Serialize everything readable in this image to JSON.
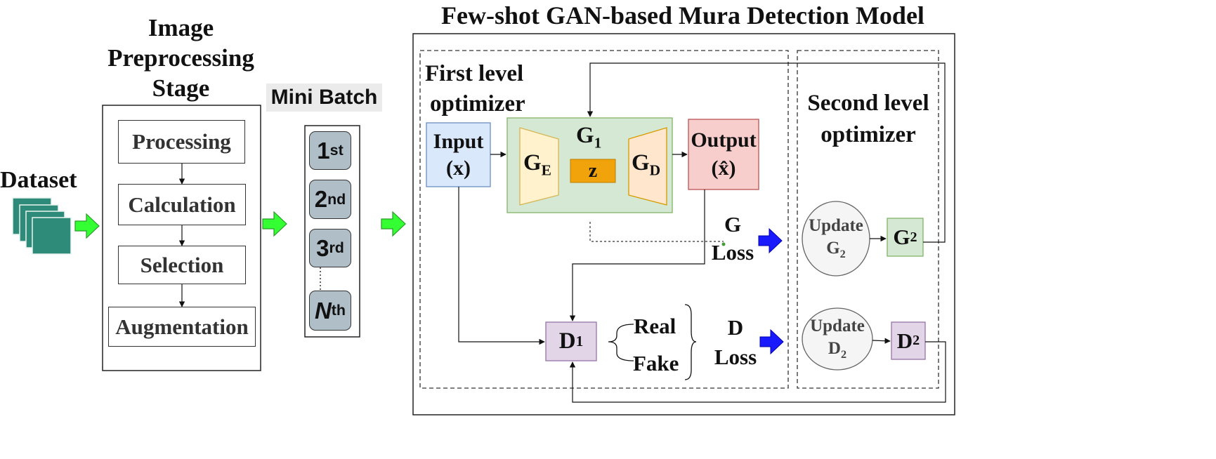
{
  "titles": {
    "main": "Few-shot GAN-based Mura Detection Model",
    "preprocessing": [
      "Image",
      "Preprocessing",
      "Stage"
    ],
    "mini_batch": "Mini Batch",
    "dataset": "Dataset",
    "first_level": [
      "First level",
      "optimizer"
    ],
    "second_level": [
      "Second level",
      "optimizer"
    ]
  },
  "preprocessing_steps": [
    "Processing",
    "Calculation",
    "Selection",
    "Augmentation"
  ],
  "mini_batch": {
    "items": [
      {
        "base": "1",
        "sup": "st"
      },
      {
        "base": "2",
        "sup": "nd"
      },
      {
        "base": "3",
        "sup": "rd"
      },
      {
        "base": "N",
        "sup": "th"
      }
    ]
  },
  "model": {
    "input": {
      "line1": "Input",
      "line2": "(x)"
    },
    "generator": {
      "name": "G",
      "sub": "1"
    },
    "encoder": {
      "name": "G",
      "sub": "E"
    },
    "latent": "z",
    "decoder": {
      "name": "G",
      "sub": "D"
    },
    "output": {
      "line1": "Output",
      "line2": "(x̂)"
    },
    "g_loss": [
      "G",
      "Loss"
    ],
    "d_loss": [
      "D",
      "Loss"
    ],
    "discriminator": {
      "name": "D",
      "sub": "1"
    },
    "real": "Real",
    "fake": "Fake",
    "update_g2": {
      "line1": "Update",
      "name": "G",
      "sub": "2"
    },
    "update_d2": {
      "line1": "Update",
      "name": "D",
      "sub": "2"
    },
    "g2": {
      "name": "G",
      "sub": "2"
    },
    "d2": {
      "name": "D",
      "sub": "2"
    }
  },
  "colors": {
    "input_fill": "#dae8fc",
    "input_border": "#6c8ebf",
    "generator_fill": "#d5e8d4",
    "generator_border": "#82b366",
    "encoder_fill": "#fff2cc",
    "encoder_border": "#d6b656",
    "decoder_fill": "#ffe6cc",
    "decoder_border": "#d79b00",
    "latent_fill": "#f0a30a",
    "output_fill": "#f8cecc",
    "output_border": "#b85450",
    "discriminator_fill": "#e1d5e7",
    "discriminator_border": "#9673a6",
    "batch_fill": "#b0bec8",
    "green_arrow": "#33ff33",
    "blue_arrow": "#1a1aff",
    "dataset_tile": "#2e8b7a"
  },
  "icons": [
    "green-right-arrow",
    "blue-right-arrow",
    "dataset-stack-icon"
  ]
}
